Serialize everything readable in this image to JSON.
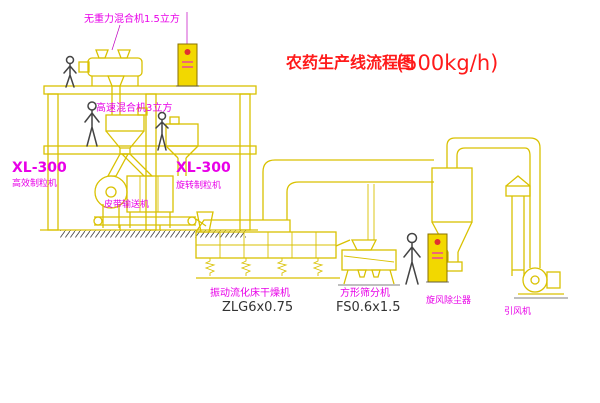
{
  "title": {
    "text": "农药生产线流程图",
    "capacity": "(500kg/h)"
  },
  "labels": {
    "gravityless_mixer": "无重力混合机1.5立方",
    "high_speed_mixer": "高速混合机3立方",
    "granulator_left_model": "XL-300",
    "granulator_left_name": "高效制粒机",
    "granulator_center_model": "XL-300",
    "granulator_center_name": "旋转制粒机",
    "belt_conveyor": "皮带输送机",
    "dryer_name": "振动流化床干燥机",
    "dryer_model": "ZLG6x0.75",
    "sifter_name": "方形筛分机",
    "sifter_model": "FS0.6x1.5",
    "cyclone": "旋风除尘器",
    "induced_draft_fan": "引风机"
  },
  "colors": {
    "line": "#d9c100",
    "label": "#e800e8",
    "title": "#ff1a1a",
    "model_text": "#333333",
    "cabinet_fill": "#f2d800",
    "button": "#e03030",
    "figure": "#444444"
  }
}
